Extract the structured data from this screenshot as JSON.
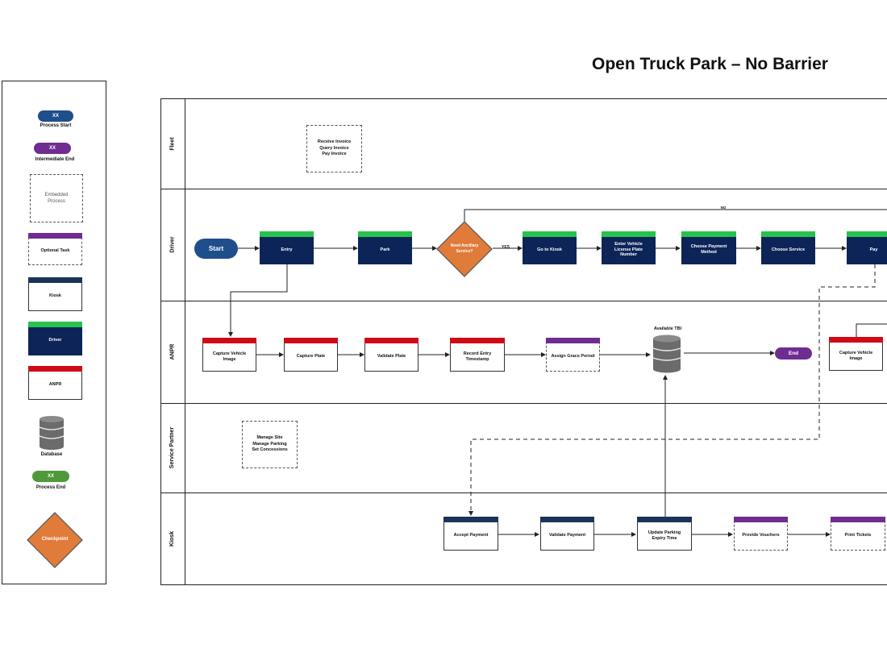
{
  "title": "Open Truck Park – No Barrier",
  "legend": {
    "process_start": {
      "label": "Process Start",
      "shape_text": "XX"
    },
    "intermediate_end": {
      "label": "Intermediate End",
      "shape_text": "XX"
    },
    "embedded_process": {
      "label": "Embedded\nProcess"
    },
    "optional_task": {
      "label": "Optional Task"
    },
    "kiosk": {
      "label": "Kiosk"
    },
    "driver": {
      "label": "Driver"
    },
    "anpr": {
      "label": "ANPR"
    },
    "database": {
      "label": "Database"
    },
    "process_end": {
      "label": "Process End",
      "shape_text": "XX"
    },
    "checkpoint": {
      "label": "Checkpoint"
    }
  },
  "lanes": [
    "Fleet",
    "Driver",
    "ANPR",
    "Service Partner",
    "Kiosk"
  ],
  "fleet": {
    "embedded": "Receive Invoice\nQuery Invoice\nPay Invoice"
  },
  "driver": {
    "start": "Start",
    "entry": "Entry",
    "park": "Park",
    "decision": "Need Ancillary Service?",
    "decision_yes": "YES",
    "decision_no": "NO",
    "go_to_kiosk": "Go to Kiosk",
    "enter_plate": "Enter Vehicle\nLicense Plate\nNumber",
    "choose_payment": "Choose Payment\nMethod",
    "choose_service": "Choose Service",
    "pay": "Pay"
  },
  "anpr": {
    "capture_image": "Capture Vehicle\nImage",
    "capture_plate": "Capture Plate",
    "validate_plate": "Validate Plate",
    "record_entry": "Record Entry\nTimestamp",
    "assign_grace": "Assign Grace Period",
    "db_label": "Available TBI",
    "end": "End",
    "capture_image_2": "Capture Vehicle\nImage"
  },
  "service_partner": {
    "embedded": "Manage Site\nManage Parking\nSet Concessions"
  },
  "kiosk": {
    "accept_payment": "Accept Payment",
    "validate_payment": "Validate Payment",
    "update_parking": "Update Parking\nExpiry Time",
    "provide_vouchers": "Provide Vouchers",
    "print_tickets": "Print Tickets"
  },
  "colors": {
    "driver_navy": "#0c2458",
    "green": "#27c24c",
    "red": "#d10a17",
    "kiosk_navy": "#1b3358",
    "purple": "#6f2c91",
    "orange": "#e07b39",
    "start_blue": "#1f4e8c",
    "end_green": "#4e9a3a"
  }
}
